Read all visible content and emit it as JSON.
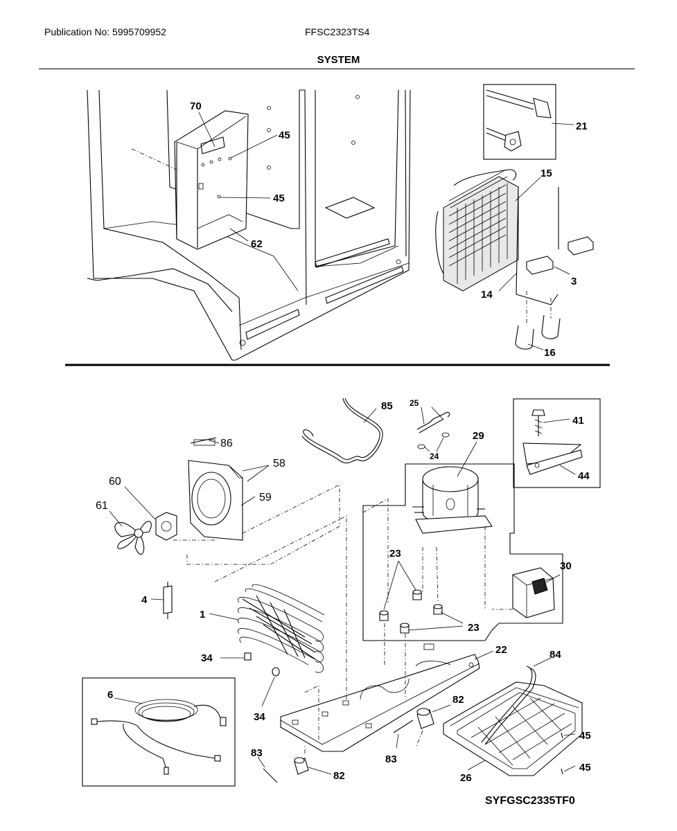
{
  "header": {
    "publication": "Publication No: 5995709952",
    "model": "FFSC2323TS4",
    "title": "SYSTEM"
  },
  "diagram_code": "SYFGSC2335TF0",
  "callouts": {
    "c70": "70",
    "c45a": "45",
    "c45b": "45",
    "c62": "62",
    "c21": "21",
    "c15": "15",
    "c3": "3",
    "c14": "14",
    "c16": "16",
    "c85": "85",
    "c25": "25",
    "c24": "24",
    "c29": "29",
    "c41": "41",
    "c44": "44",
    "c86": "86",
    "c58": "58",
    "c60": "60",
    "c61": "61",
    "c59": "59",
    "c4": "4",
    "c1": "1",
    "c23a": "23",
    "c23b": "23",
    "c30": "30",
    "c34a": "34",
    "c34b": "34",
    "c22": "22",
    "c84": "84",
    "c6": "6",
    "c82a": "82",
    "c82b": "82",
    "c83a": "83",
    "c83b": "83",
    "c45c": "45",
    "c45d": "45",
    "c26": "26"
  }
}
